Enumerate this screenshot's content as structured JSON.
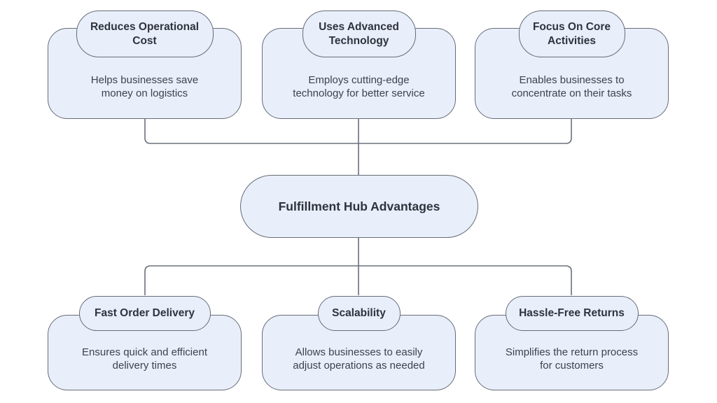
{
  "diagram": {
    "center": {
      "title": "Fulfillment Hub Advantages"
    },
    "top_nodes": [
      {
        "title": "Reduces Operational\nCost",
        "description": "Helps businesses save\nmoney on logistics"
      },
      {
        "title": "Uses Advanced\nTechnology",
        "description": "Employs cutting-edge\ntechnology for better service"
      },
      {
        "title": "Focus On Core\nActivities",
        "description": "Enables businesses to\nconcentrate on their tasks"
      }
    ],
    "bottom_nodes": [
      {
        "title": "Fast Order Delivery",
        "description": "Ensures quick and efficient\ndelivery times"
      },
      {
        "title": "Scalability",
        "description": "Allows businesses to easily\nadjust operations as needed"
      },
      {
        "title": "Hassle-Free Returns",
        "description": "Simplifies the return process\nfor customers"
      }
    ],
    "colors": {
      "node_fill": "#e9eefb",
      "node_border": "#666c77",
      "title_text": "#2e333c",
      "body_text": "#3d424d",
      "connector": "#6b707b",
      "background": "#ffffff"
    }
  }
}
